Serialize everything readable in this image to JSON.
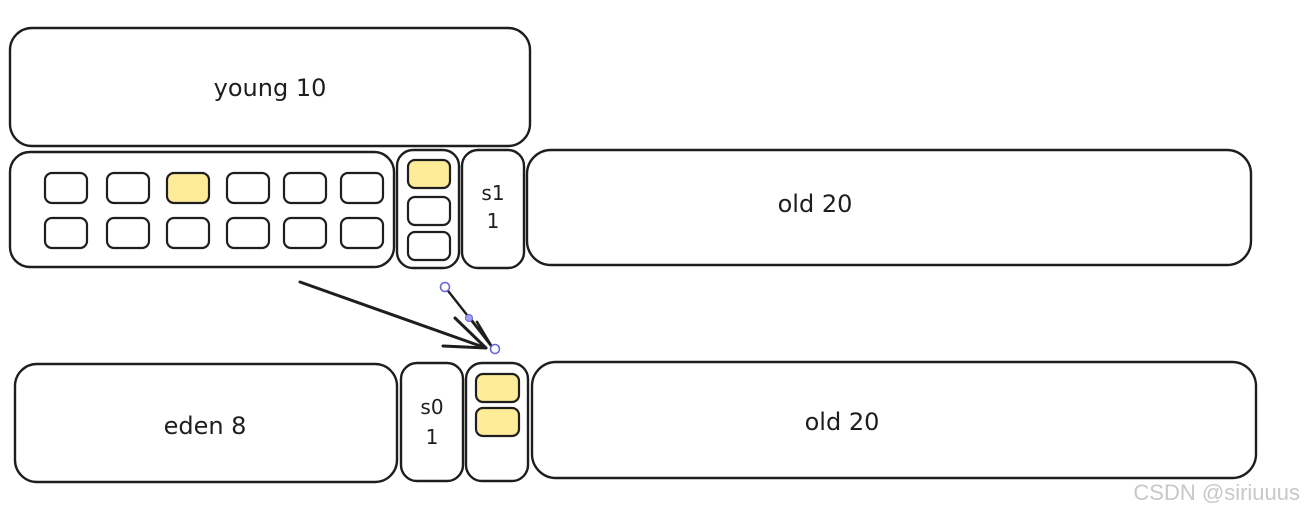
{
  "top_row": {
    "young_label": "young 10",
    "s1_label_line1": "s1",
    "s1_label_line2": "1",
    "old_label": "old 20",
    "eden_cells": [
      {
        "filled": false
      },
      {
        "filled": false
      },
      {
        "filled": true
      },
      {
        "filled": false
      },
      {
        "filled": false
      },
      {
        "filled": false
      },
      {
        "filled": false
      },
      {
        "filled": false
      },
      {
        "filled": false
      },
      {
        "filled": false
      },
      {
        "filled": false
      },
      {
        "filled": false
      }
    ],
    "s0_cells": [
      {
        "filled": true
      },
      {
        "filled": false
      },
      {
        "filled": false
      }
    ]
  },
  "bottom_row": {
    "eden_label": "eden  8",
    "s0_label_line1": "s0",
    "s0_label_line2": "1",
    "old_label": "old 20",
    "s1_cells": [
      {
        "filled": true
      },
      {
        "filled": true
      }
    ]
  },
  "colors": {
    "stroke": "#1e1e1e",
    "fill_highlight": "#ffec99",
    "arrow_handle": "#6965db"
  },
  "watermark": "CSDN @siriuuus"
}
